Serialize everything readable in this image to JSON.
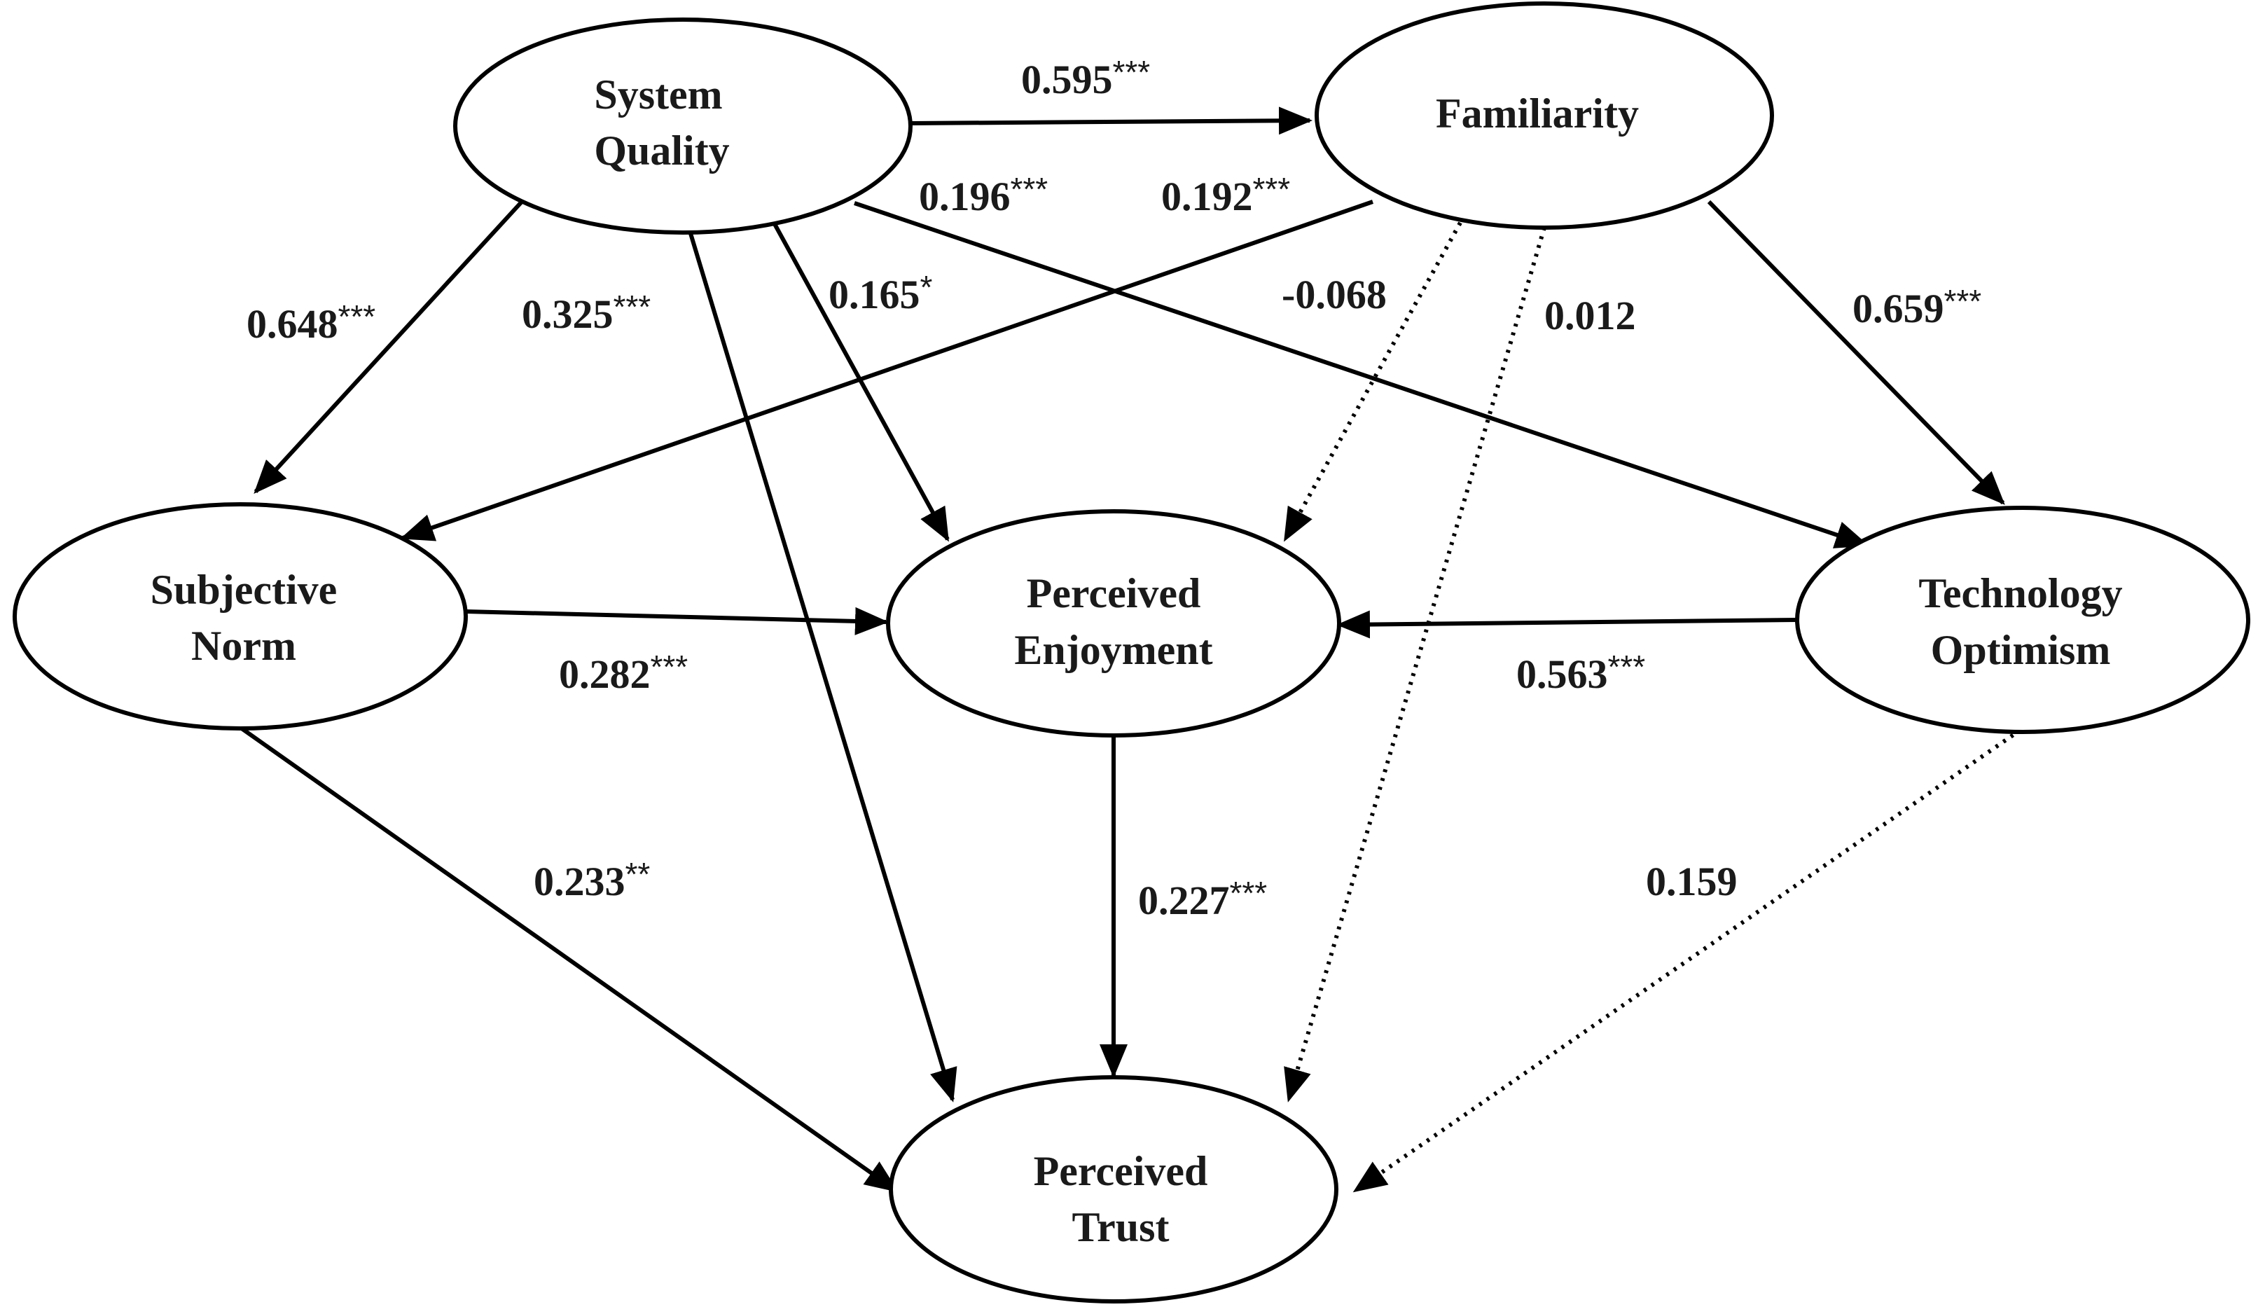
{
  "nodes": {
    "system_quality": {
      "line1": "System",
      "line2": "Quality"
    },
    "familiarity": {
      "line1": "Familiarity"
    },
    "subjective_norm": {
      "line1": "Subjective",
      "line2": "Norm"
    },
    "perceived_enjoyment": {
      "line1": "Perceived",
      "line2": "Enjoyment"
    },
    "technology_optimism": {
      "line1": "Technology",
      "line2": "Optimism"
    },
    "perceived_trust": {
      "line1": "Perceived",
      "line2": "Trust"
    }
  },
  "paths": [
    {
      "from": "System Quality",
      "to": "Familiarity",
      "value": "0.595",
      "stars": "***",
      "style": "solid"
    },
    {
      "from": "System Quality",
      "to": "Subjective Norm",
      "value": "0.648",
      "stars": "***",
      "style": "solid"
    },
    {
      "from": "System Quality",
      "to": "Perceived Trust",
      "value": "0.325",
      "stars": "***",
      "style": "solid"
    },
    {
      "from": "System Quality",
      "to": "Perceived Enjoyment",
      "value": "0.165",
      "stars": "*",
      "style": "solid"
    },
    {
      "from": "System Quality",
      "to": "Technology Optimism",
      "value": "0.196",
      "stars": "***",
      "style": "solid"
    },
    {
      "from": "Familiarity",
      "to": "Subjective Norm",
      "value": "0.192",
      "stars": "***",
      "style": "solid"
    },
    {
      "from": "Familiarity",
      "to": "Perceived Enjoyment",
      "value": "-0.068",
      "stars": "",
      "style": "dotted"
    },
    {
      "from": "Familiarity",
      "to": "Perceived Trust",
      "value": "0.012",
      "stars": "",
      "style": "dotted"
    },
    {
      "from": "Familiarity",
      "to": "Technology Optimism",
      "value": "0.659",
      "stars": "***",
      "style": "solid"
    },
    {
      "from": "Subjective Norm",
      "to": "Perceived Enjoyment",
      "value": "0.282",
      "stars": "***",
      "style": "solid"
    },
    {
      "from": "Technology Optimism",
      "to": "Perceived Enjoyment",
      "value": "0.563",
      "stars": "***",
      "style": "solid"
    },
    {
      "from": "Subjective Norm",
      "to": "Perceived Trust",
      "value": "0.233",
      "stars": "**",
      "style": "solid"
    },
    {
      "from": "Perceived Enjoyment",
      "to": "Perceived Trust",
      "value": "0.227",
      "stars": "***",
      "style": "solid"
    },
    {
      "from": "Technology Optimism",
      "to": "Perceived Trust",
      "value": "0.159",
      "stars": "",
      "style": "dotted"
    }
  ]
}
